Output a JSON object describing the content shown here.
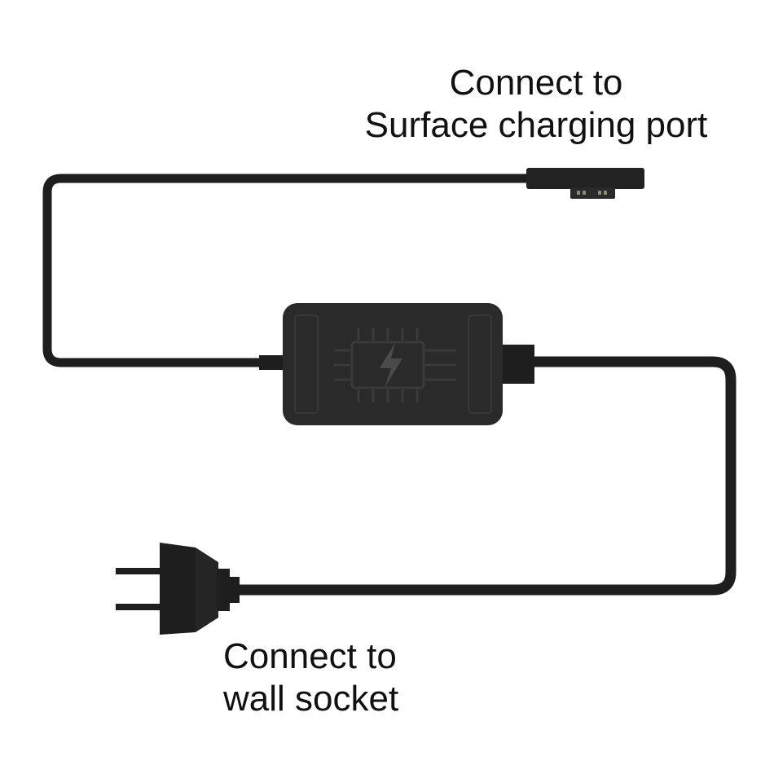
{
  "labels": {
    "surface": {
      "line1": "Connect to",
      "line2": "Surface charging port"
    },
    "wall": {
      "line1": "Connect to",
      "line2": "wall socket"
    }
  },
  "colors": {
    "cable": "#1e1e1e",
    "brick": "#2a2a2a",
    "brick_detail": "#3a3a3a",
    "connector_accent": "#8a8a78",
    "background": "#ffffff"
  },
  "icons": {
    "brick_symbol": "lightning-bolt-icon",
    "plug": "wall-plug-icon",
    "connector": "surface-connector-icon"
  }
}
